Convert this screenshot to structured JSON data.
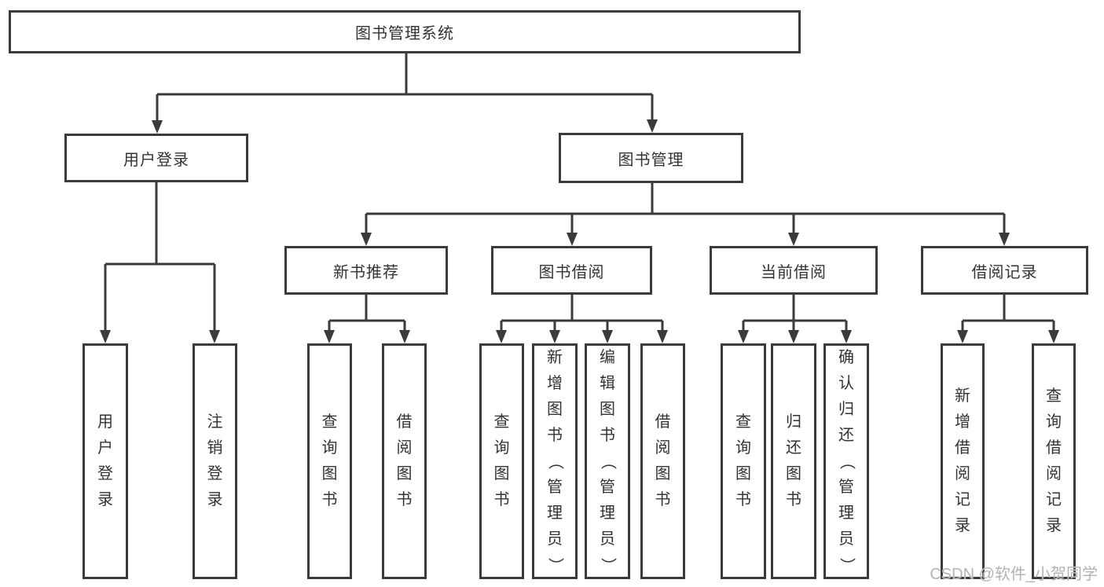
{
  "diagram": {
    "root": {
      "label": "图书管理系统"
    },
    "level2": [
      {
        "label": "用户登录",
        "children": [
          {
            "label": "用户登录"
          },
          {
            "label": "注销登录"
          }
        ]
      },
      {
        "label": "图书管理",
        "children": [
          {
            "label": "新书推荐",
            "children": [
              {
                "label": "查询图书"
              },
              {
                "label": "借阅图书"
              }
            ]
          },
          {
            "label": "图书借阅",
            "children": [
              {
                "label": "查询图书"
              },
              {
                "label": "新增图书（管理员）"
              },
              {
                "label": "编辑图书（管理员）"
              },
              {
                "label": "借阅图书"
              }
            ]
          },
          {
            "label": "当前借阅",
            "children": [
              {
                "label": "查询图书"
              },
              {
                "label": "归还图书"
              },
              {
                "label": "确认归还（管理员）"
              }
            ]
          },
          {
            "label": "借阅记录",
            "children": [
              {
                "label": "新增借阅记录"
              },
              {
                "label": "查询借阅记录"
              }
            ]
          }
        ]
      }
    ]
  },
  "watermark": {
    "text": "CSDN @软件_小贺同学"
  },
  "colors": {
    "line": "#3b3b3b",
    "box_background": "#ffffff",
    "watermark": "#b3b3b3"
  }
}
